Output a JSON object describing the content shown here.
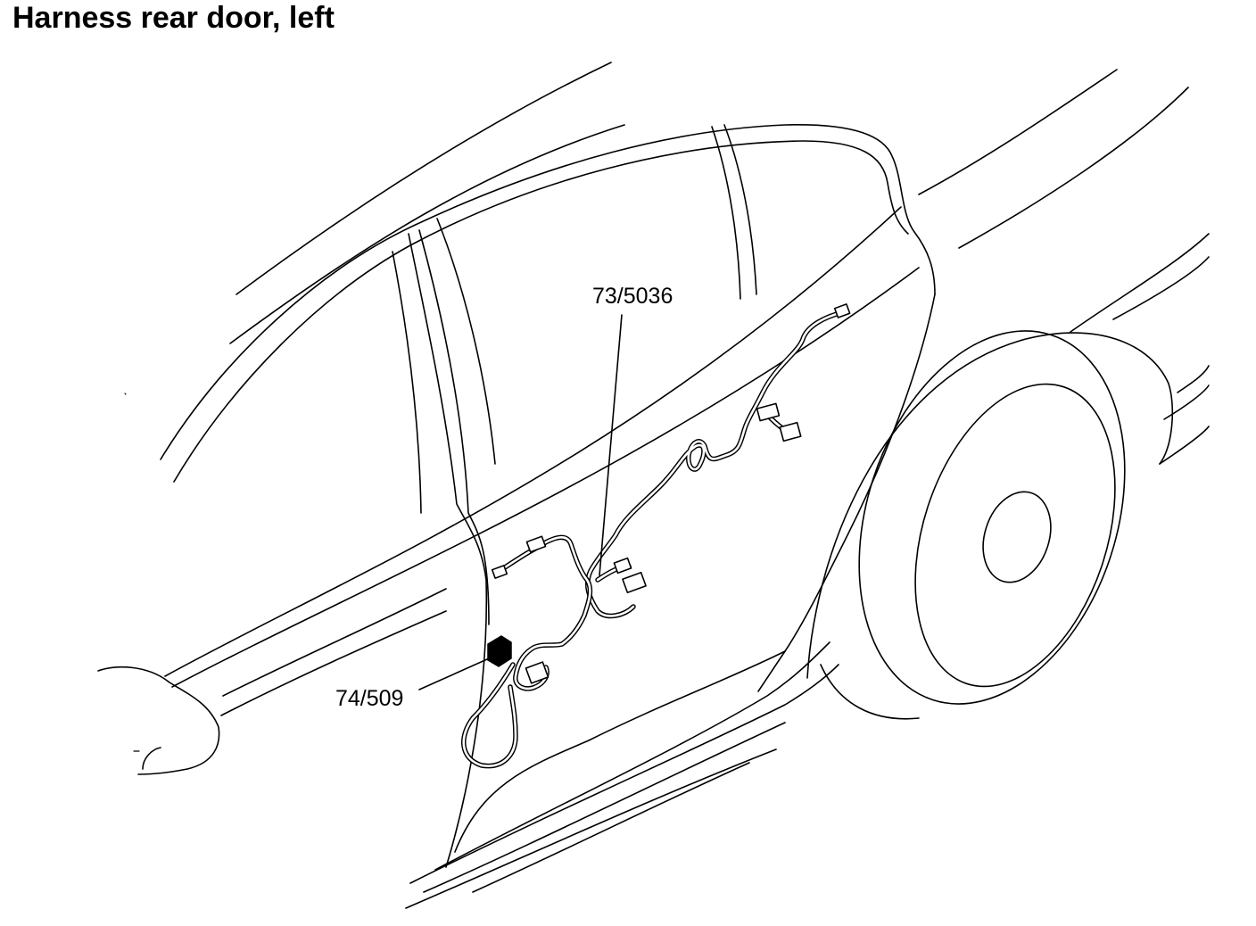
{
  "title": "Harness rear door, left",
  "callouts": [
    {
      "id": "connector-73-5036",
      "label": "73/5036"
    },
    {
      "id": "connector-74-509",
      "label": "74/509"
    }
  ],
  "colors": {
    "line": "#000000",
    "background": "#ffffff",
    "connector_fill": "#000000"
  }
}
